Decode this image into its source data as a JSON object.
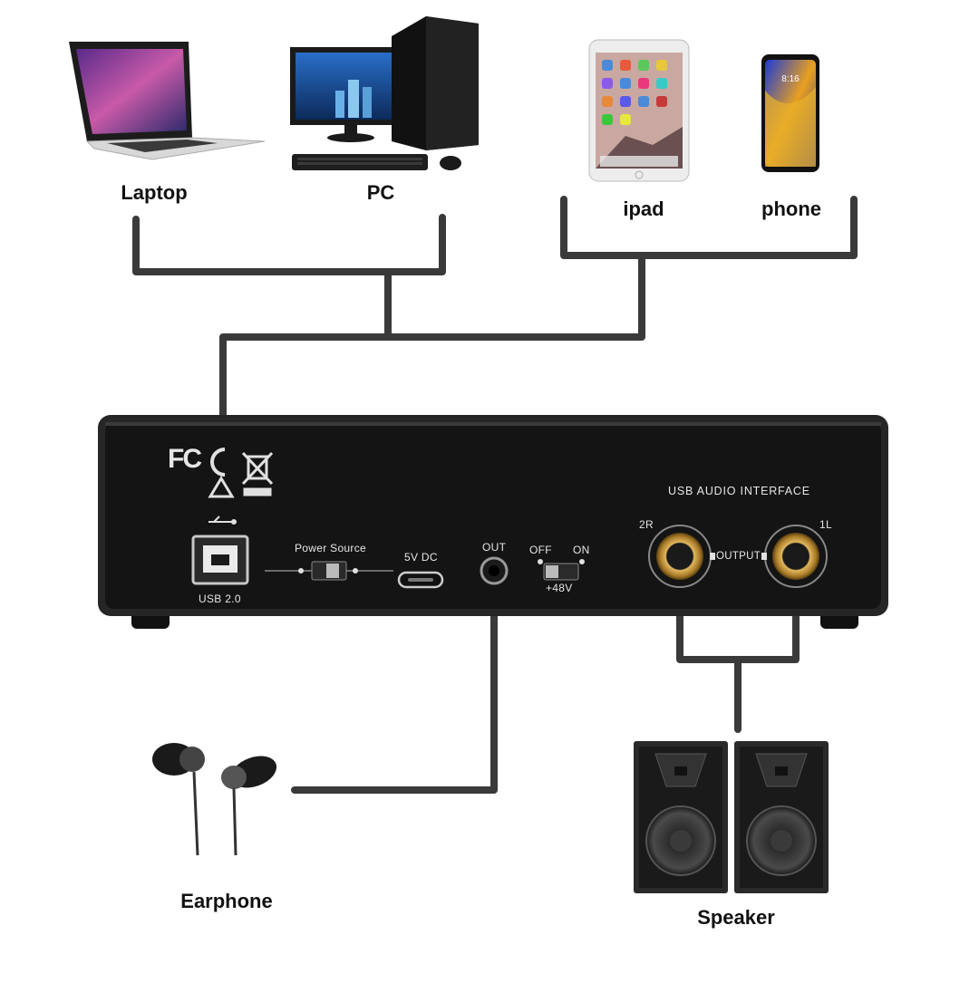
{
  "devices": {
    "laptop": "Laptop",
    "pc": "PC",
    "ipad": "ipad",
    "phone": "phone",
    "earphone": "Earphone",
    "speaker": "Speaker"
  },
  "panel": {
    "title": "USB AUDIO INTERFACE",
    "fcc": "FC",
    "usb_label": "USB 2.0",
    "power_source": "Power Source",
    "dc_label": "5V DC",
    "out_label": "OUT",
    "off_label": "OFF",
    "on_label": "ON",
    "phantom_label": "+48V",
    "output_label": "OUTPUT",
    "right_label": "2R",
    "left_label": "1L"
  },
  "phone_screen": {
    "time": "8:16"
  },
  "colors": {
    "cable": "#3a3a3a",
    "panel": "#141414",
    "jack_gold": "#c8a048"
  }
}
